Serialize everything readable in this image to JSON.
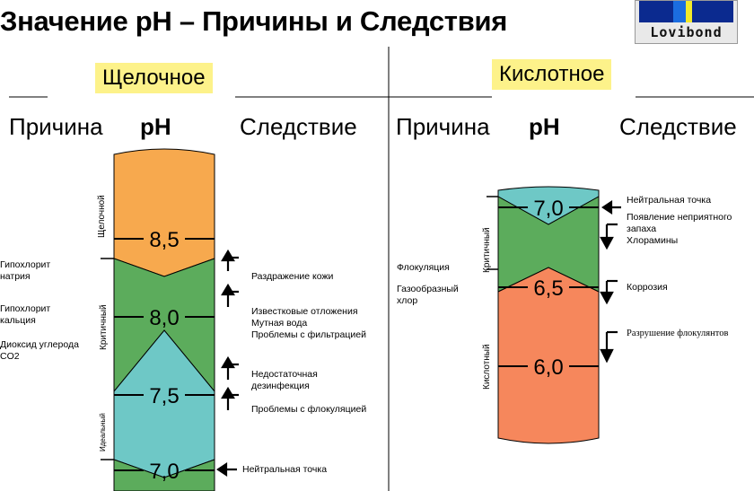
{
  "title": "Значение pH – Причины и Следствия",
  "logo": {
    "text": "Lovibond",
    "colors": [
      "#0b2a8f",
      "#1b6de0",
      "#f2ea2a",
      "#0b2a8f"
    ]
  },
  "alkaline": {
    "label": "Щелочное",
    "headers": {
      "cause": "Причина",
      "ph": "pH",
      "effect": "Следствие"
    },
    "zones": {
      "alkaline": "Щелочной",
      "critical": "Критичный",
      "ideal": "Идеальный"
    },
    "ph_values": [
      "8,5",
      "8,0",
      "7,5",
      "7,0"
    ],
    "causes": [
      [
        "Гипохлорит",
        "натрия"
      ],
      [
        "Гипохлорит",
        "кальция"
      ],
      [
        "Диоксид углерода",
        "CO2"
      ]
    ],
    "effects": [
      [
        "Раздражение кожи"
      ],
      [
        "Известковые отложения",
        "Мутная вода",
        "Проблемы с фильтрацией"
      ],
      [
        "Недостаточная",
        "дезинфекция"
      ],
      [
        "Проблемы с флокуляцией"
      ],
      [
        "Нейтральная точка"
      ]
    ]
  },
  "acidic": {
    "label": "Кислотное",
    "headers": {
      "cause": "Причина",
      "ph": "pH",
      "effect": "Следствие"
    },
    "zones": {
      "critical": "Критичный",
      "acidic": "Кислотный"
    },
    "ph_values": [
      "7,0",
      "6,5",
      "6,0"
    ],
    "causes": [
      [
        "Флокуляция"
      ],
      [
        "Газообразный",
        "хлор"
      ]
    ],
    "effects": [
      [
        "Нейтральная точка"
      ],
      [
        "Появление неприятного",
        "запаха",
        "Хлорамины"
      ],
      [
        "Коррозия"
      ],
      [
        "Разрушение флокулянтов"
      ]
    ]
  },
  "colors": {
    "orange": "#f7a94e",
    "green": "#5cac5c",
    "teal": "#6ec8c6",
    "salmon": "#f6875c",
    "highlight": "#fdf28a"
  }
}
